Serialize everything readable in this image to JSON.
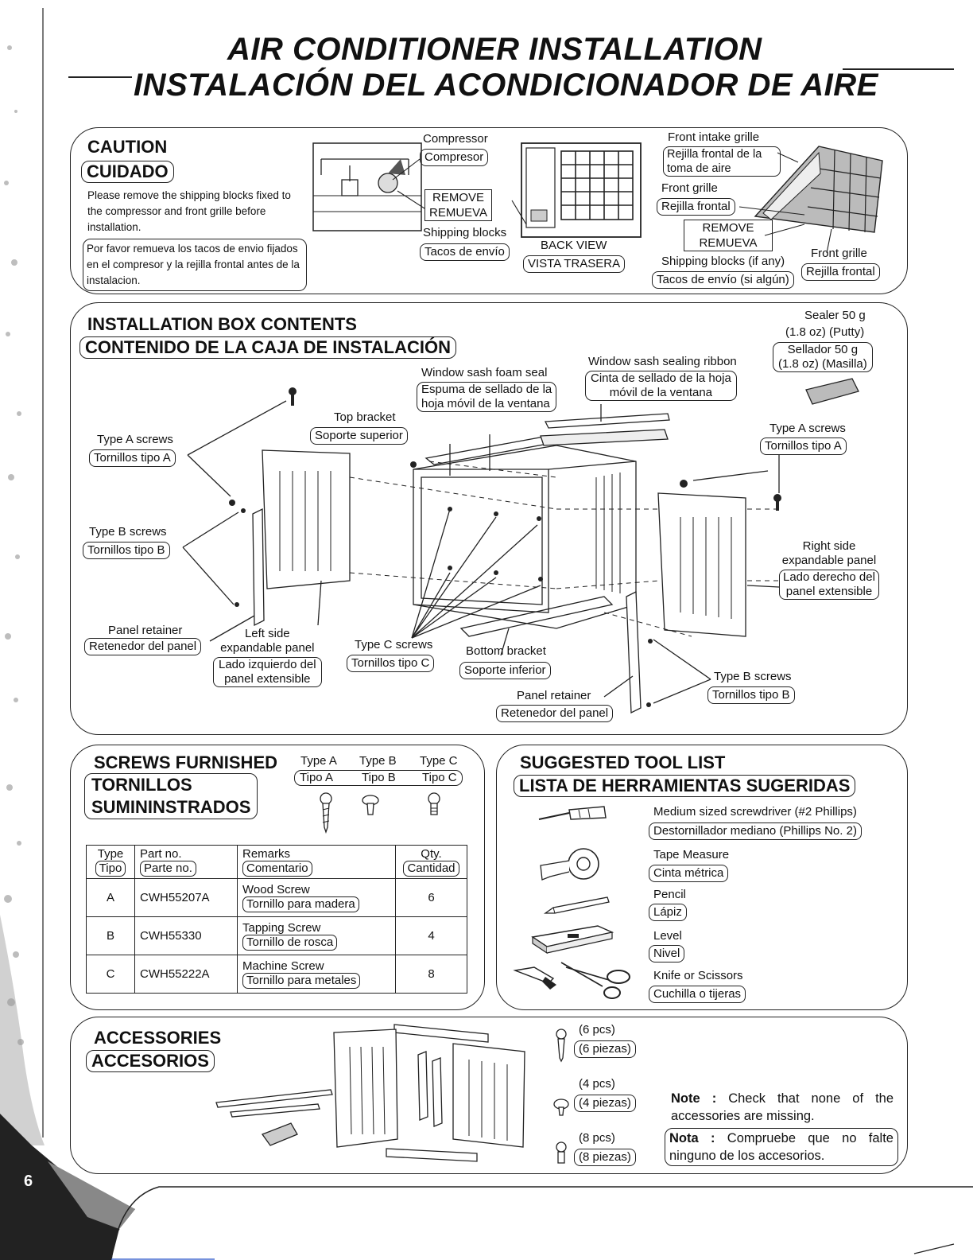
{
  "header": {
    "title_en": "AIR CONDITIONER INSTALLATION",
    "title_es": "INSTALACIÓN DEL ACONDICIONADOR DE AIRE"
  },
  "caution": {
    "title_en": "CAUTION",
    "title_es": "CUIDADO",
    "text_en": "Please remove the shipping blocks fixed to the compressor and front grille before installation.",
    "text_es": "Por favor remueva los tacos de envio fijados en el compresor y la rejilla frontal antes de la instalacion.",
    "compressor_en": "Compressor",
    "compressor_es": "Compresor",
    "remove_en": "REMOVE",
    "remove_es": "REMUEVA",
    "shipping_en": "Shipping blocks",
    "shipping_es": "Tacos de envío",
    "back_en": "BACK VIEW",
    "back_es": "VISTA TRASERA",
    "intake_en": "Front intake grille",
    "intake_es": "Rejilla frontal de la toma de aire",
    "grille_en": "Front grille",
    "grille_es": "Rejilla frontal",
    "remove2_en": "REMOVE",
    "remove2_es": "REMUEVA",
    "shipping2_en": "Shipping blocks (if any)",
    "shipping2_es": "Tacos de envío (si algún)",
    "grille2_en": "Front grille",
    "grille2_es": "Rejilla frontal"
  },
  "box": {
    "title_en": "INSTALLATION BOX CONTENTS",
    "title_es": "CONTENIDO DE LA CAJA DE INSTALACIÓN",
    "sealer_en1": "Sealer 50 g",
    "sealer_en2": "(1.8 oz) (Putty)",
    "sealer_es1": "Sellador 50 g",
    "sealer_es2": "(1.8 oz) (Masilla)",
    "ribbon_en": "Window sash sealing ribbon",
    "ribbon_es1": "Cinta de sellado de la hoja",
    "ribbon_es2": "móvil de la ventana",
    "foam_en": "Window sash foam seal",
    "foam_es1": "Espuma de sellado de la",
    "foam_es2": "hoja móvil de la ventana",
    "top_en": "Top bracket",
    "top_es": "Soporte superior",
    "typeA_en": "Type A screws",
    "typeA_es": "Tornillos tipo A",
    "typeA2_en": "Type A screws",
    "typeA2_es": "Tornillos tipo A",
    "typeB_en": "Type B screws",
    "typeB_es": "Tornillos tipo B",
    "right_en1": "Right side",
    "right_en2": "expandable panel",
    "right_es1": "Lado derecho del",
    "right_es2": "panel extensible",
    "retL_en": "Panel retainer",
    "retL_es": "Retenedor del panel",
    "left_en1": "Left side",
    "left_en2": "expandable panel",
    "left_es1": "Lado izquierdo del",
    "left_es2": "panel extensible",
    "typeC_en": "Type C screws",
    "typeC_es": "Tornillos tipo C",
    "bottom_en": "Bottom bracket",
    "bottom_es": "Soporte inferior",
    "retR_en": "Panel retainer",
    "retR_es": "Retenedor del panel",
    "typeB2_en": "Type B screws",
    "typeB2_es": "Tornillos tipo B"
  },
  "screws": {
    "title_en": "SCREWS FURNISHED",
    "title_es1": "TORNILLOS",
    "title_es2": "SUMININSTRADOS",
    "types_en": [
      "Type A",
      "Type B",
      "Type C"
    ],
    "types_es": [
      "Tipo A",
      "Tipo B",
      "Tipo C"
    ],
    "headers": {
      "type_en": "Type",
      "type_es": "Tipo",
      "part_en": "Part no.",
      "part_es": "Parte no.",
      "rem_en": "Remarks",
      "rem_es": "Comentario",
      "qty_en": "Qty.",
      "qty_es": "Cantidad"
    },
    "rows": [
      {
        "type": "A",
        "part": "CWH55207A",
        "rem_en": "Wood Screw",
        "rem_es": "Tornillo para madera",
        "qty": "6"
      },
      {
        "type": "B",
        "part": "CWH55330",
        "rem_en": "Tapping Screw",
        "rem_es": "Tornillo de rosca",
        "qty": "4"
      },
      {
        "type": "C",
        "part": "CWH55222A",
        "rem_en": "Machine Screw",
        "rem_es": "Tornillo para metales",
        "qty": "8"
      }
    ]
  },
  "tools": {
    "title_en": "SUGGESTED TOOL LIST",
    "title_es": "LISTA DE HERRAMIENTAS SUGERIDAS",
    "items": [
      {
        "en": "Medium sized screwdriver (#2 Phillips)",
        "es": "Destornillador mediano (Phillips No. 2)"
      },
      {
        "en": "Tape Measure",
        "es": "Cinta métrica"
      },
      {
        "en": "Pencil",
        "es": "Lápiz"
      },
      {
        "en": "Level",
        "es": "Nivel"
      },
      {
        "en": "Knife or Scissors",
        "es": "Cuchilla o tijeras"
      }
    ]
  },
  "acc": {
    "title_en": "ACCESSORIES",
    "title_es": "ACCESORIOS",
    "pcs": [
      {
        "en": "(6 pcs)",
        "es": "(6 piezas)"
      },
      {
        "en": "(4 pcs)",
        "es": "(4 piezas)"
      },
      {
        "en": "(8 pcs)",
        "es": "(8 piezas)"
      }
    ],
    "note_label_en": "Note :",
    "note_en": "Check that none of the accessories are missing.",
    "note_label_es": "Nota :",
    "note_es": "Compruebe que no falte ninguno de los accesorios."
  },
  "page_number": "6"
}
